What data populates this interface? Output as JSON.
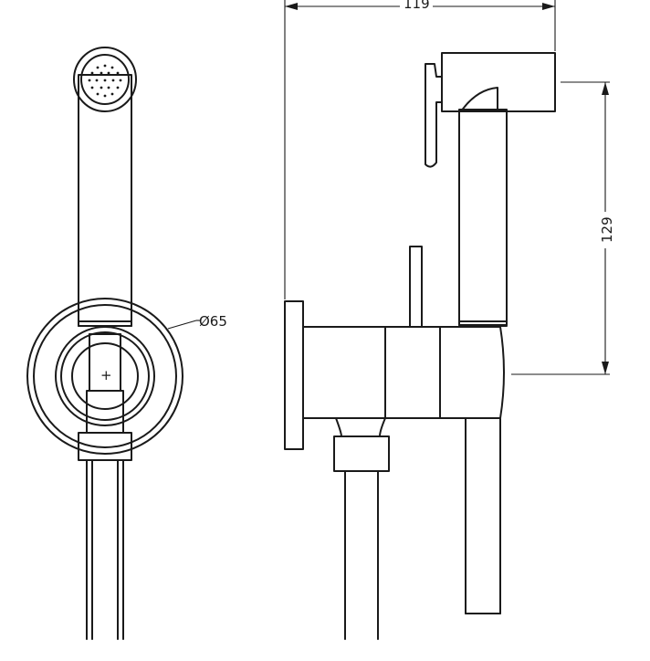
{
  "dimensions": {
    "width_label": "119",
    "height_label": "129",
    "diameter_label": "Ø65"
  },
  "colors": {
    "line": "#1a1a1a",
    "background": "#ffffff"
  }
}
